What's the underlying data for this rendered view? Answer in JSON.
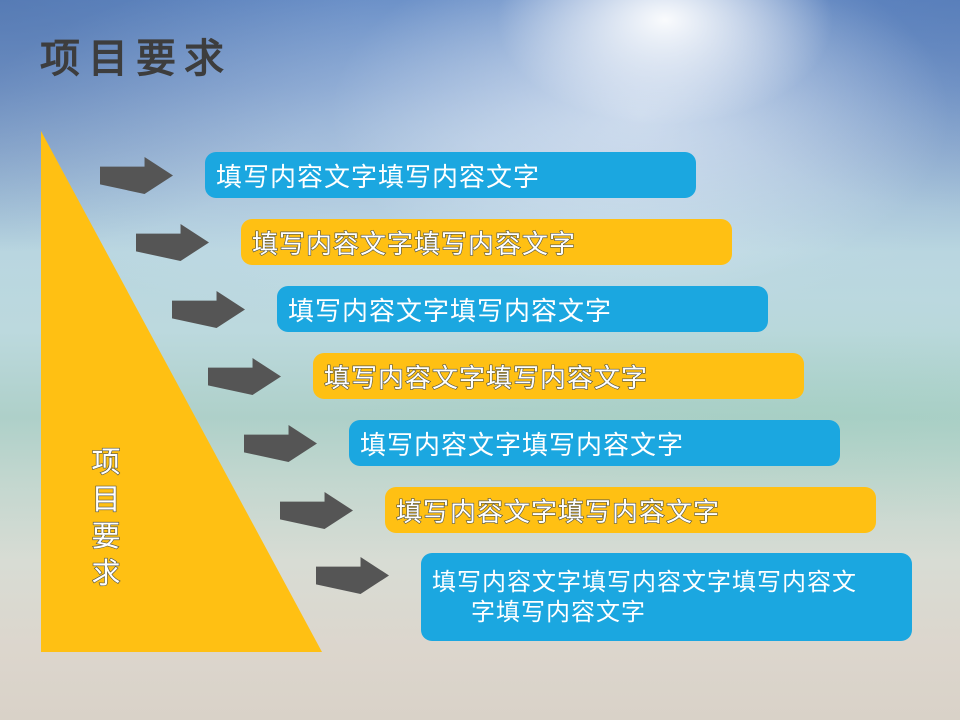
{
  "slide": {
    "title": "项目要求",
    "triangle_label": "项目要求",
    "triangle_label_chars": [
      "项",
      "目",
      "要",
      "求"
    ],
    "colors": {
      "blue": "#1ba7e0",
      "yellow": "#ffc013",
      "arrow_gray": "#555555",
      "title_gray": "#3d3d3d",
      "bar_text_light": "#ffffff",
      "outline_dark": "#575747"
    },
    "rows": [
      {
        "color": "blue",
        "text": "填写内容文字填写内容文字"
      },
      {
        "color": "yellow",
        "text": "填写内容文字填写内容文字"
      },
      {
        "color": "blue",
        "text": "填写内容文字填写内容文字"
      },
      {
        "color": "yellow",
        "text": "填写内容文字填写内容文字"
      },
      {
        "color": "blue",
        "text": "填写内容文字填写内容文字"
      },
      {
        "color": "yellow",
        "text": "填写内容文字填写内容文字"
      },
      {
        "color": "blue",
        "text": "填写内容文字填写内容文字填写内容文字填写内容文字",
        "lines": [
          "填写内容文字填写内容文字填写内容文",
          "字填写内容文字"
        ]
      }
    ]
  }
}
